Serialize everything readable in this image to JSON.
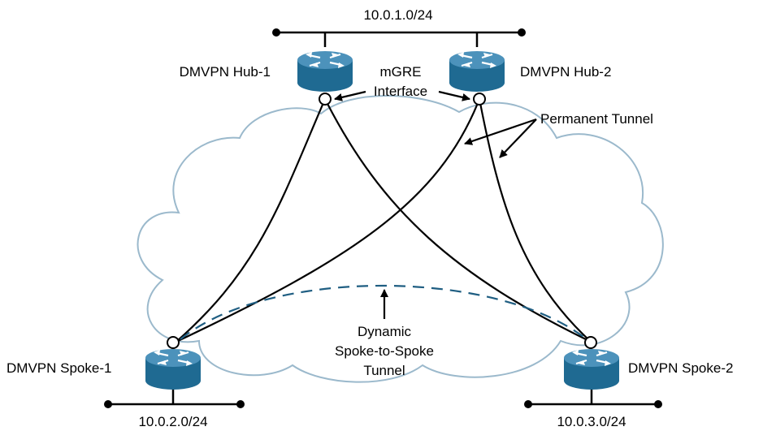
{
  "colors": {
    "cloud_outline": "#9bb9cc",
    "router_body": "#1f6a92",
    "router_top": "#4c92bb",
    "dynamic_tunnel": "#1f5e82"
  },
  "networks": {
    "hub_lan": "10.0.1.0/24",
    "spoke1_lan": "10.0.2.0/24",
    "spoke2_lan": "10.0.3.0/24"
  },
  "routers": {
    "hub1": "DMVPN Hub-1",
    "hub2": "DMVPN Hub-2",
    "spoke1": "DMVPN Spoke-1",
    "spoke2": "DMVPN Spoke-2"
  },
  "labels": {
    "mgre_line1": "mGRE",
    "mgre_line2": "Interface",
    "permanent_tunnel": "Permanent Tunnel",
    "dynamic_line1": "Dynamic",
    "dynamic_line2": "Spoke-to-Spoke",
    "dynamic_line3": "Tunnel"
  },
  "icons": [
    "router-icon",
    "mgre-interface-icon",
    "cloud-icon",
    "arrow-icon"
  ]
}
